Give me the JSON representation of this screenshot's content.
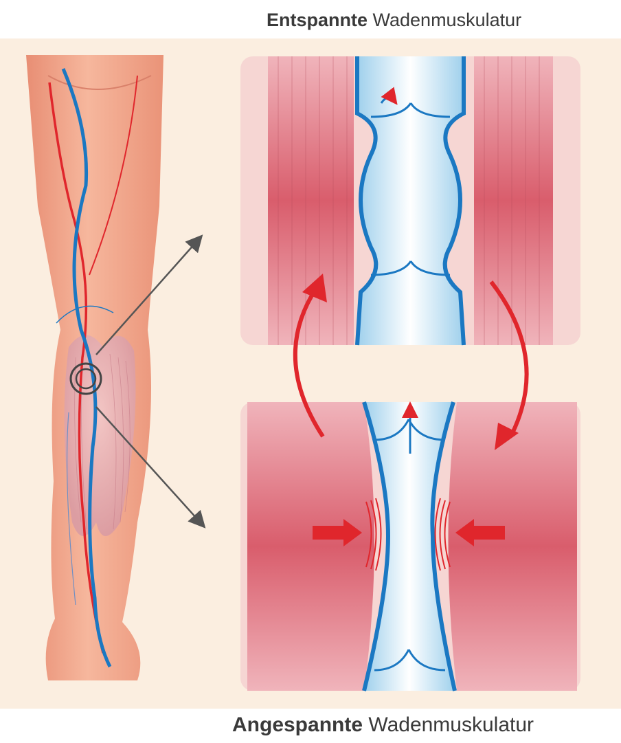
{
  "captions": {
    "top": {
      "bold": "Entspannte",
      "rest": " Wadenmuskulatur"
    },
    "bottom": {
      "bold": "Angespannte",
      "rest": " Wadenmuskulatur"
    }
  },
  "colors": {
    "background": "#fbeee0",
    "skin": "#f2a98e",
    "muscle": "#dd6b78",
    "vein": "#1b78c2",
    "artery": "#e0262c",
    "arrow_red": "#e0262c",
    "pointer_gray": "#555555"
  },
  "panels": [
    {
      "state": "relaxed",
      "valves": 2
    },
    {
      "state": "contracted",
      "valves": 2
    }
  ]
}
